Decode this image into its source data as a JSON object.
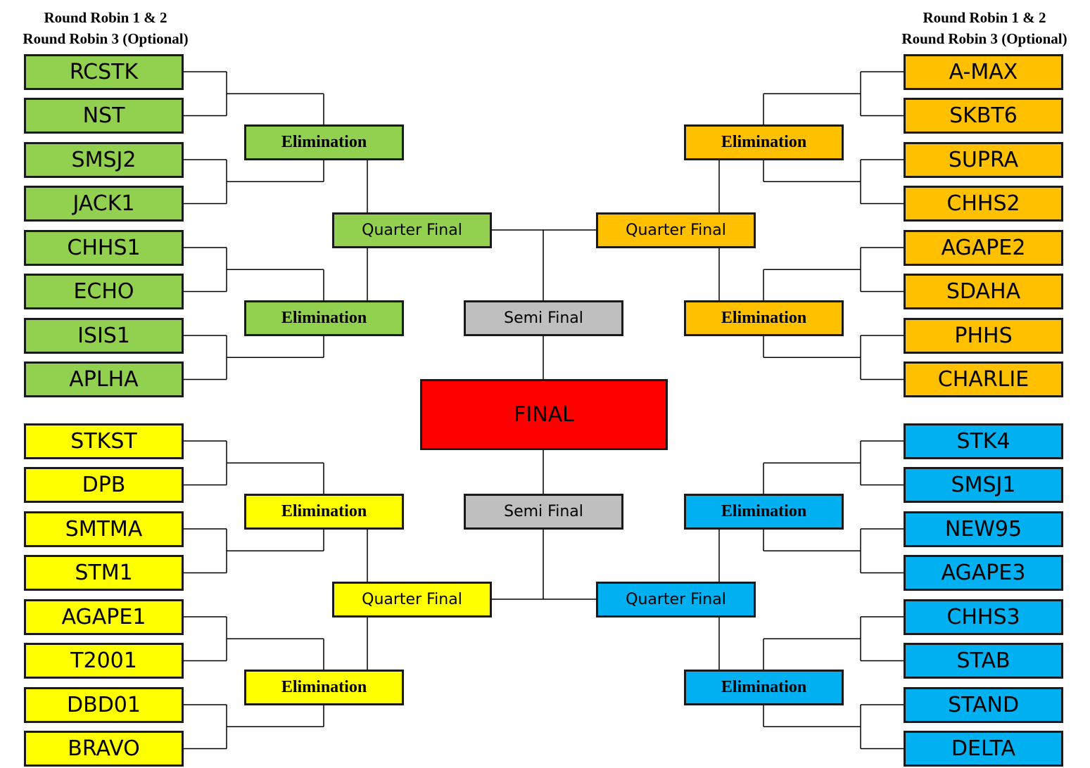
{
  "colors": {
    "green": "#92d050",
    "orange": "#ffc000",
    "yellow": "#ffff00",
    "blue": "#00b0f0",
    "gray": "#bfbfbf",
    "red": "#ff0000",
    "line": "#000000"
  },
  "headers": {
    "left": {
      "line1": "Round Robin 1 & 2",
      "line2": "Round Robin 3 (Optional)"
    },
    "right": {
      "line1": "Round Robin 1 & 2",
      "line2": "Round Robin 3 (Optional)"
    }
  },
  "brackets": {
    "top_left": {
      "color": "green",
      "teams": [
        "RCSTK",
        "NST",
        "SMSJ2",
        "JACK1",
        "CHHS1",
        "ECHO",
        "ISIS1",
        "APLHA"
      ],
      "elimination_labels": [
        "Elimination",
        "Elimination"
      ],
      "quarter_final_label": "Quarter Final"
    },
    "top_right": {
      "color": "orange",
      "teams": [
        "A-MAX",
        "SKBT6",
        "SUPRA",
        "CHHS2",
        "AGAPE2",
        "SDAHA",
        "PHHS",
        "CHARLIE"
      ],
      "elimination_labels": [
        "Elimination",
        "Elimination"
      ],
      "quarter_final_label": "Quarter Final"
    },
    "bottom_left": {
      "color": "yellow",
      "teams": [
        "STKST",
        "DPB",
        "SMTMA",
        "STM1",
        "AGAPE1",
        "T2001",
        "DBD01",
        "BRAVO"
      ],
      "elimination_labels": [
        "Elimination",
        "Elimination"
      ],
      "quarter_final_label": "Quarter Final"
    },
    "bottom_right": {
      "color": "blue",
      "teams": [
        "STK4",
        "SMSJ1",
        "NEW95",
        "AGAPE3",
        "CHHS3",
        "STAB",
        "STAND",
        "DELTA"
      ],
      "elimination_labels": [
        "Elimination",
        "Elimination"
      ],
      "quarter_final_label": "Quarter Final"
    }
  },
  "semi_finals": {
    "top": "Semi Final",
    "bottom": "Semi Final"
  },
  "final": "FINAL"
}
